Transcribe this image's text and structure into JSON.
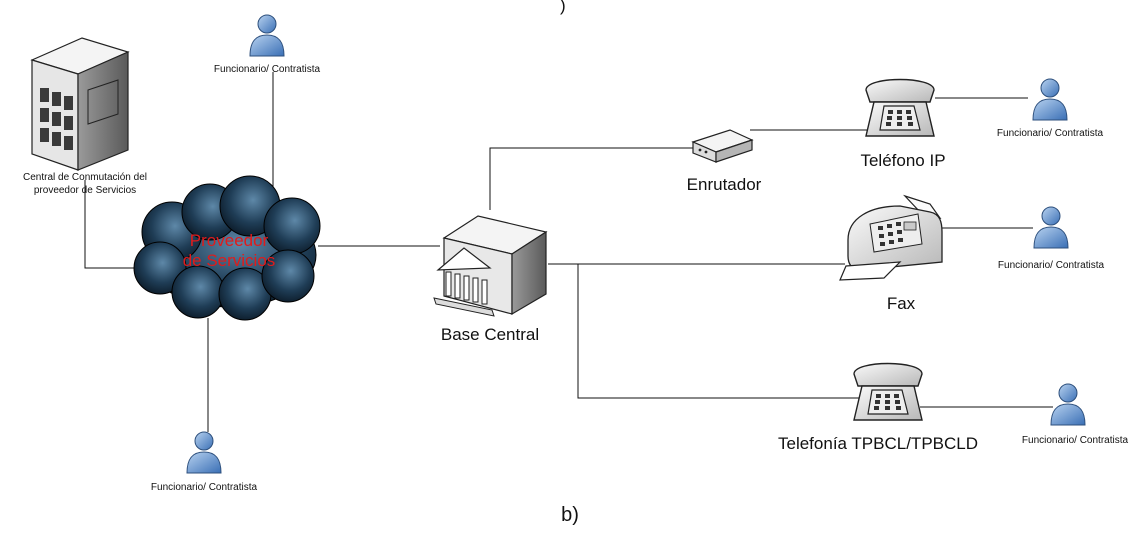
{
  "diagram": {
    "top_fragment": ")",
    "caption": "b)",
    "server": {
      "label_line1": "Central de Conmutación del",
      "label_line2": "proveedor de Servicios"
    },
    "cloud": {
      "label_line1": "Proveedor",
      "label_line2": "de Servicios"
    },
    "hub": {
      "label": "Base Central"
    },
    "router": {
      "label": "Enrutador"
    },
    "ip_phone": {
      "label": "Teléfono IP"
    },
    "fax": {
      "label": "Fax"
    },
    "landline": {
      "label": "Telefonía TPBCL/TPBCLD"
    },
    "person_label": "Funcionario/ Contratista"
  }
}
